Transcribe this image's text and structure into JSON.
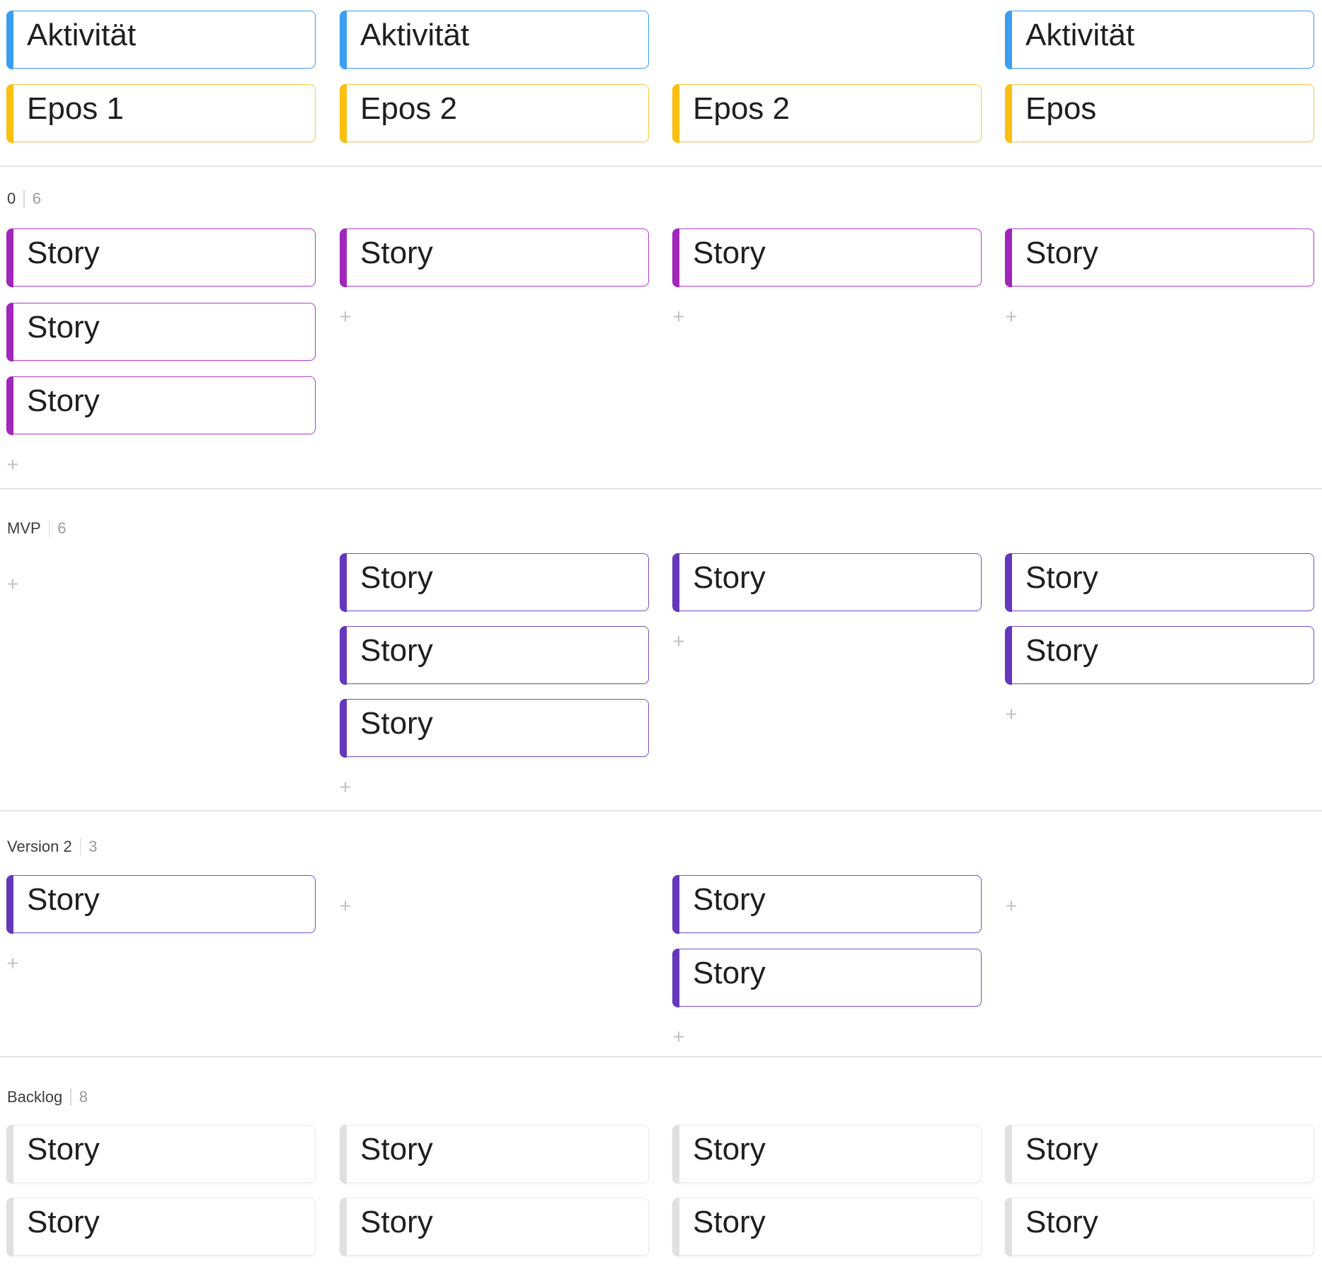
{
  "colors": {
    "activity_accent": "#3b9ef3",
    "epic_accent": "#fbbf0e",
    "epic_border": "#ffc93f",
    "story_accent_a": "#a126bc",
    "story_border_a": "#b13fce",
    "story_accent_b": "#6537bd",
    "story_border_b": "#7950c9",
    "backlog_accent": "#e0e0e0",
    "backlog_border": "#eaeaea",
    "divider": "#e4e4e4",
    "plus_icon": "#c2c2c2"
  },
  "add_button_glyph": "+",
  "activity_row": [
    "Aktivität",
    "Aktivität",
    null,
    "Aktivität"
  ],
  "epic_row": [
    "Epos 1",
    "Epos 2",
    "Epos 2",
    "Epos"
  ],
  "sections": [
    {
      "name": "0",
      "count": "6",
      "columns": [
        [
          "Story",
          "Story",
          "Story"
        ],
        [
          "Story"
        ],
        [
          "Story"
        ],
        [
          "Story"
        ]
      ]
    },
    {
      "name": "MVP",
      "count": "6",
      "columns": [
        [],
        [
          "Story",
          "Story",
          "Story"
        ],
        [
          "Story"
        ],
        [
          "Story",
          "Story"
        ]
      ]
    },
    {
      "name": "Version 2",
      "count": "3",
      "columns": [
        [
          "Story"
        ],
        [],
        [
          "Story",
          "Story"
        ],
        []
      ]
    },
    {
      "name": "Backlog",
      "count": "8",
      "columns": [
        [
          "Story",
          "Story"
        ],
        [
          "Story",
          "Story"
        ],
        [
          "Story",
          "Story"
        ],
        [
          "Story",
          "Story"
        ]
      ]
    }
  ]
}
